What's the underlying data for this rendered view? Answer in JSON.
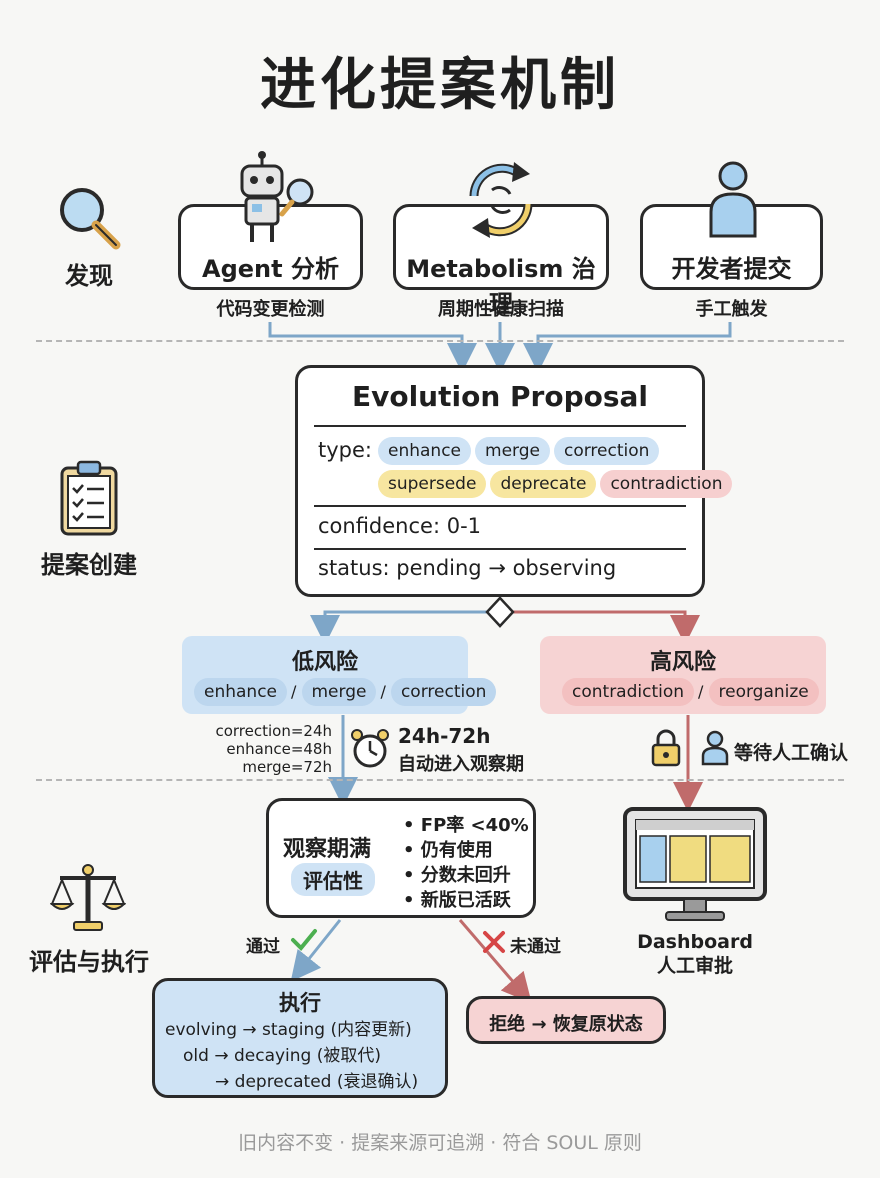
{
  "title": "进化提案机制",
  "sections": {
    "discover": "发现",
    "create": "提案创建",
    "evaluate": "评估与执行"
  },
  "sources": [
    {
      "title": "Agent 分析",
      "subtitle": "代码变更检测",
      "icon": "robot-magnifier-icon"
    },
    {
      "title": "Metabolism 治理",
      "subtitle": "周期性健康扫描",
      "icon": "cycle-arrows-icon"
    },
    {
      "title": "开发者提交",
      "subtitle": "手工触发",
      "icon": "person-icon"
    }
  ],
  "proposal": {
    "title": "Evolution Proposal",
    "type_label": "type:",
    "types_row1": [
      "enhance",
      "merge",
      "correction"
    ],
    "types_row2": [
      "supersede",
      "deprecate",
      "contradiction"
    ],
    "confidence": "confidence: 0-1",
    "status": "status: pending → observing"
  },
  "low_risk": {
    "title": "低风险",
    "chips": [
      "enhance",
      "merge",
      "correction"
    ],
    "sep": "/",
    "durations": [
      "correction=24h",
      "enhance=48h",
      "merge=72h"
    ],
    "window": "24h-72h",
    "window_desc": "自动进入观察期"
  },
  "high_risk": {
    "title": "高风险",
    "chips": [
      "contradiction",
      "reorganize"
    ],
    "sep": "/",
    "wait": "等待人工确认"
  },
  "observe": {
    "title": "观察期满",
    "badge": "评估性",
    "criteria": [
      "• FP率 <40%",
      "• 仍有使用",
      "• 分数未回升",
      "• 新版已活跃"
    ]
  },
  "pass": "通过",
  "fail": "未通过",
  "execute": {
    "title": "执行",
    "lines": [
      "evolving → staging (内容更新)",
      "old → decaying (被取代)",
      "→ deprecated (衰退确认)"
    ]
  },
  "reject": "拒绝 → 恢复原状态",
  "dashboard": {
    "line1": "Dashboard",
    "line2": "人工审批"
  },
  "footer": "旧内容不变 · 提案来源可追溯 · 符合 SOUL 原则",
  "colors": {
    "blue": "#cfe3f5",
    "pink": "#f6d3d3",
    "yellow": "#f7e6a0",
    "arrow_blue": "#7ea6c8",
    "arrow_red": "#c06b6b"
  }
}
